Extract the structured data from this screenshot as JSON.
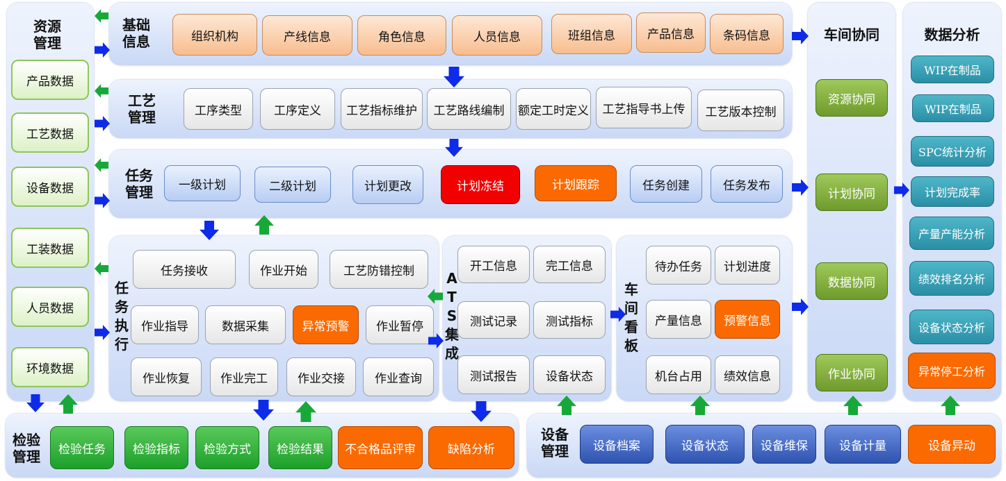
{
  "colors": {
    "blue_arrow": "#0d2be8",
    "green_arrow": "#18a83a"
  },
  "resource": {
    "title": "资源\n管理",
    "items": [
      "产品数据",
      "工艺数据",
      "设备数据",
      "工装数据",
      "人员数据",
      "环境数据"
    ]
  },
  "basic": {
    "title": "基础\n信息",
    "items": [
      "组织机构",
      "产线信息",
      "角色信息",
      "人员信息",
      "班组信息",
      "产品信息",
      "条码信息"
    ]
  },
  "process": {
    "title": "工艺\n管理",
    "items": [
      "工序类型",
      "工序定义",
      "工艺指标维护",
      "工艺路线编制",
      "额定工时定义",
      "工艺指导书上传",
      "工艺版本控制"
    ]
  },
  "task_mgmt": {
    "title": "任务\n管理",
    "items": [
      "一级计划",
      "二级计划",
      "计划更改",
      "计划冻结",
      "计划跟踪",
      "任务创建",
      "任务发布"
    ]
  },
  "task_exec": {
    "title": "任\n务\n执\n行",
    "items": [
      "任务接收",
      "作业开始",
      "工艺防错控制",
      "作业指导",
      "数据采集",
      "异常预警",
      "作业暂停",
      "作业恢复",
      "作业完工",
      "作业交接",
      "作业查询"
    ]
  },
  "ats": {
    "title": "A\nT\nS\n集\n成",
    "items": [
      "开工信息",
      "完工信息",
      "测试记录",
      "测试指标",
      "测试报告",
      "设备状态"
    ]
  },
  "board": {
    "title": "车\n间\n看\n板",
    "items": [
      "待办任务",
      "计划进度",
      "产量信息",
      "预警信息",
      "机台占用",
      "绩效信息"
    ]
  },
  "collab": {
    "title": "车间协同",
    "items": [
      "资源协同",
      "计划协同",
      "数据协同",
      "作业协同"
    ]
  },
  "analysis": {
    "title": "数据分析",
    "items": [
      "WIP在制品",
      "WIP在制品",
      "SPC统计分析",
      "计划完成率",
      "产量产能分析",
      "绩效排名分析",
      "设备状态分析",
      "异常停工分析"
    ]
  },
  "inspection": {
    "title": "检验\n管理",
    "items": [
      "检验任务",
      "检验指标",
      "检验方式",
      "检验结果",
      "不合格品评审",
      "缺陷分析"
    ]
  },
  "equipment": {
    "title": "设备\n管理",
    "items": [
      "设备档案",
      "设备状态",
      "设备维保",
      "设备计量",
      "设备异动"
    ]
  }
}
